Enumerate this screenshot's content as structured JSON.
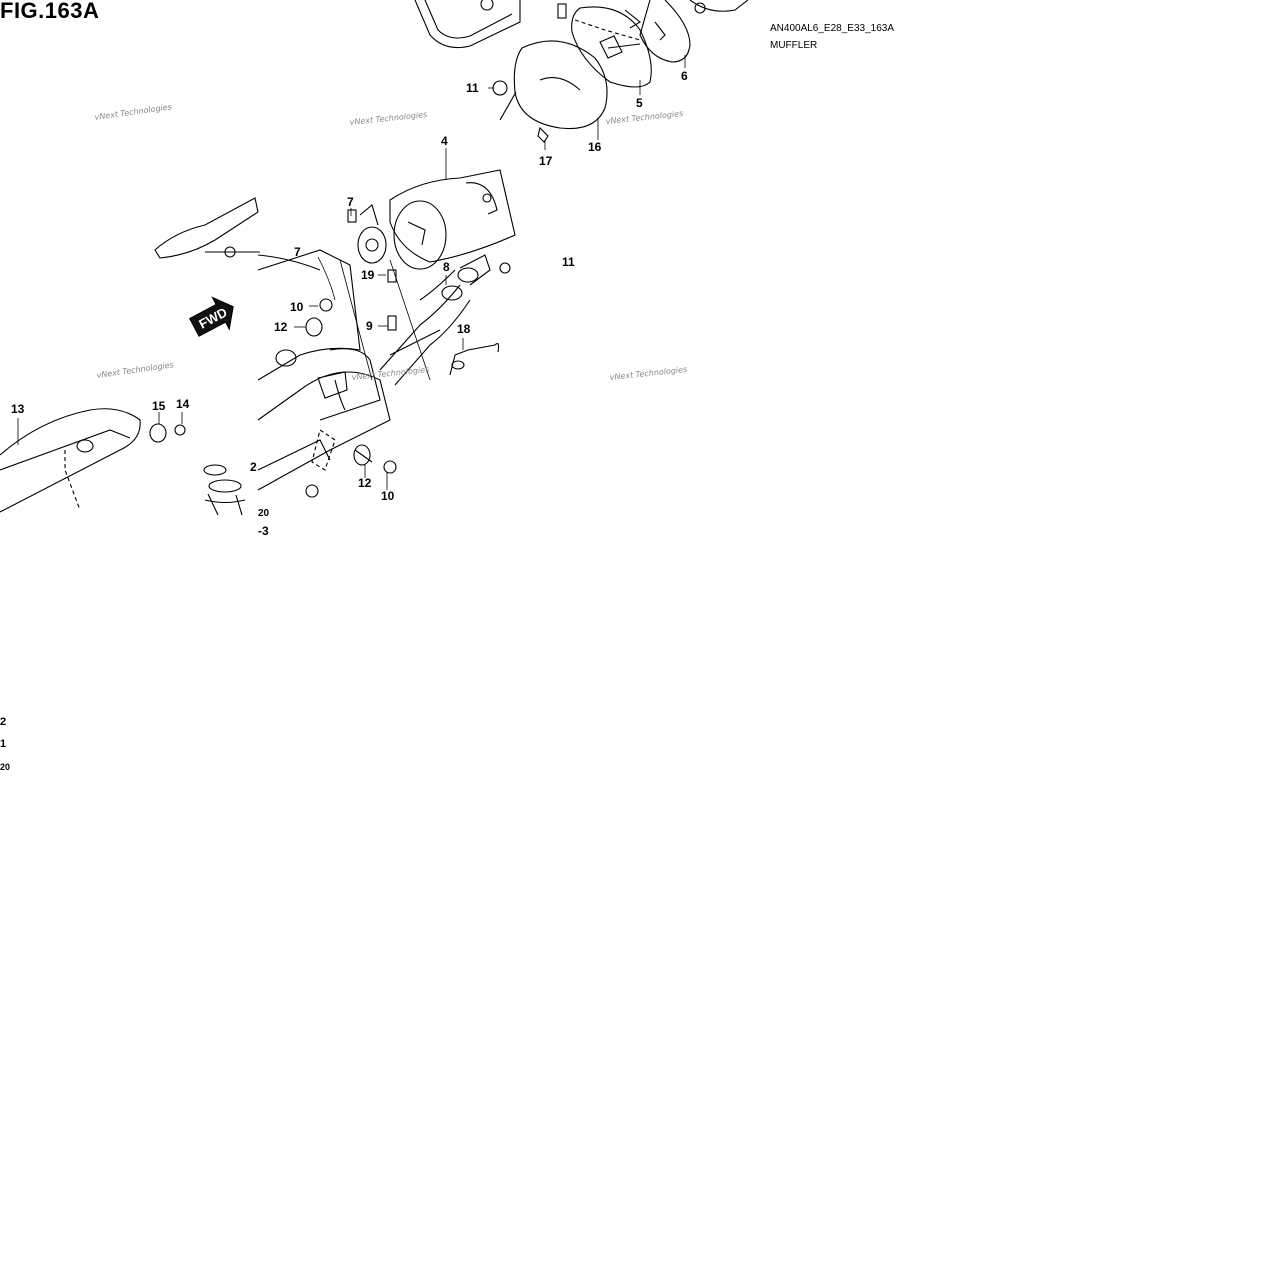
{
  "figure": {
    "title": "FIG.163A",
    "code": "AN400AL6_E28_E33_163A",
    "name": "MUFFLER"
  },
  "direction_label": "FWD",
  "watermark": "vNext Technologies",
  "callouts": {
    "c4": "4",
    "c5": "5",
    "c6": "6",
    "c7a": "7",
    "c7b": "7",
    "c8": "8",
    "c9": "9",
    "c10a": "10",
    "c10b": "10",
    "c11a": "11",
    "c11b": "11",
    "c12a": "12",
    "c12b": "12",
    "c13": "13",
    "c14": "14",
    "c15": "15",
    "c16": "16",
    "c17": "17",
    "c18": "18",
    "c19": "19",
    "c2": "2",
    "c3": "-3",
    "c20": "20",
    "cl2": "2",
    "cl1": "1",
    "cl20": "20"
  },
  "colors": {
    "line": "#000000",
    "watermark": "#888888",
    "background": "#ffffff"
  }
}
